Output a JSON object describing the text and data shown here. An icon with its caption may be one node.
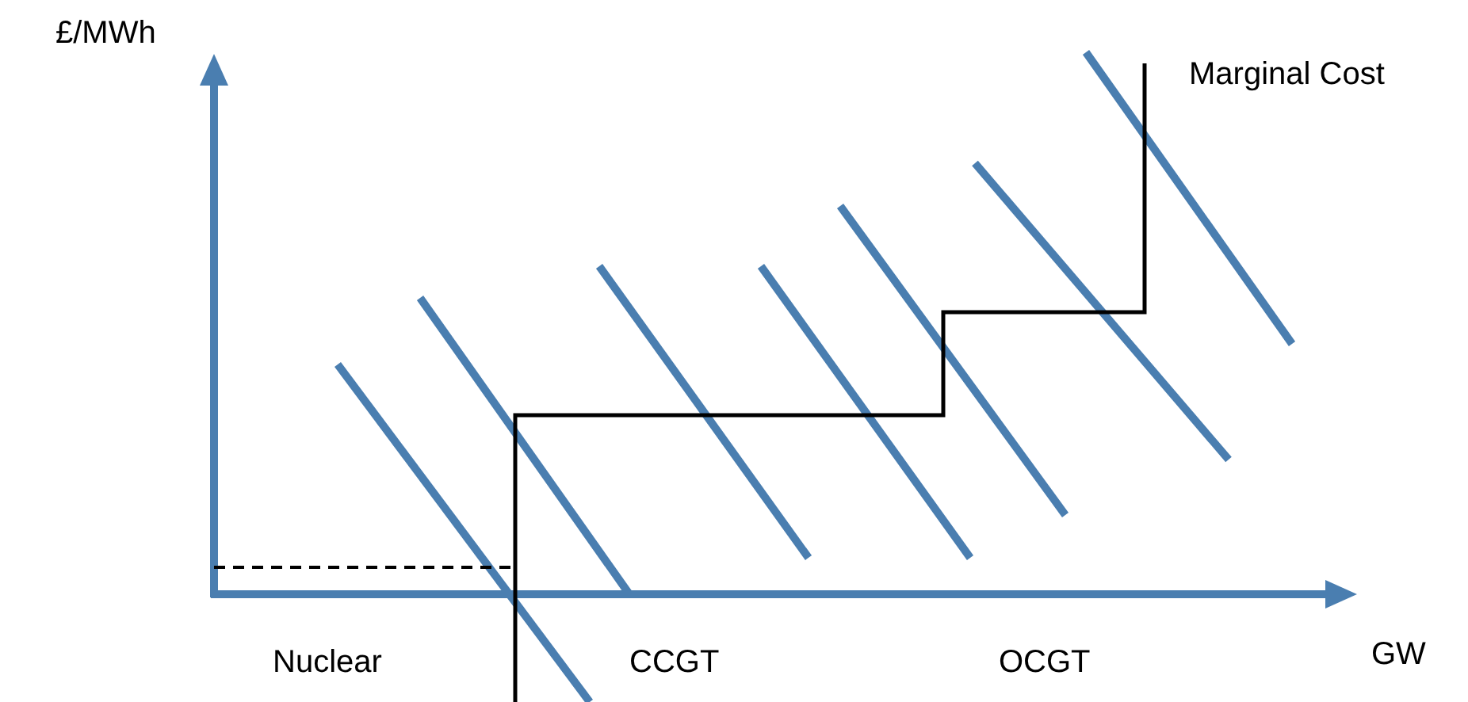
{
  "diagram": {
    "labels": [
      "£/MWh",
      "Marginal Cost",
      "GW",
      "Nuclear",
      "CCGT",
      "OCGT"
    ]
  }
}
